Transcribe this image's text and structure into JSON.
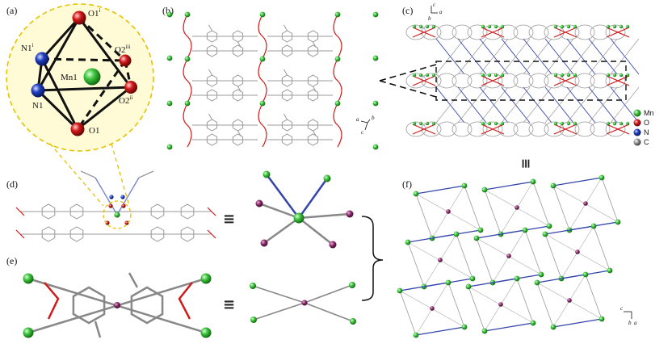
{
  "panels": {
    "a": {
      "label": "(a)"
    },
    "b": {
      "label": "(b)"
    },
    "c": {
      "label": "(c)"
    },
    "d": {
      "label": "(d)"
    },
    "e": {
      "label": "(e)"
    },
    "f": {
      "label": "(f)"
    }
  },
  "atoms_a": {
    "mn1": "Mn1",
    "o1i": "O1",
    "o1i_sup": "i",
    "n1i": "N1",
    "n1i_sup": "i",
    "o2iii": "O2",
    "o2iii_sup": "iii",
    "n1": "N1",
    "o2ii": "O2",
    "o2ii_sup": "ii",
    "o1": "O1"
  },
  "axes_b": {
    "a": "a",
    "b": "b",
    "c": "c"
  },
  "axes_c": {
    "c": "c",
    "a": "a",
    "b": "b"
  },
  "axes_f": {
    "c": "c",
    "b": "b",
    "a": "a"
  },
  "legend": {
    "items": [
      {
        "label": "Mn",
        "color": "#2fbf2f"
      },
      {
        "label": "O",
        "color": "#d11a1a"
      },
      {
        "label": "N",
        "color": "#1f3fbf"
      },
      {
        "label": "C",
        "color": "#8a8a8a"
      }
    ]
  },
  "equiv_symbol": "≡",
  "colors": {
    "mn": "#3fc43f",
    "o": "#d11a1a",
    "n": "#1f3fbf",
    "c": "#8a8a8a",
    "node": "#8b2a6b",
    "highlight": "#e6b800",
    "bond_blue": "#3344aa"
  }
}
